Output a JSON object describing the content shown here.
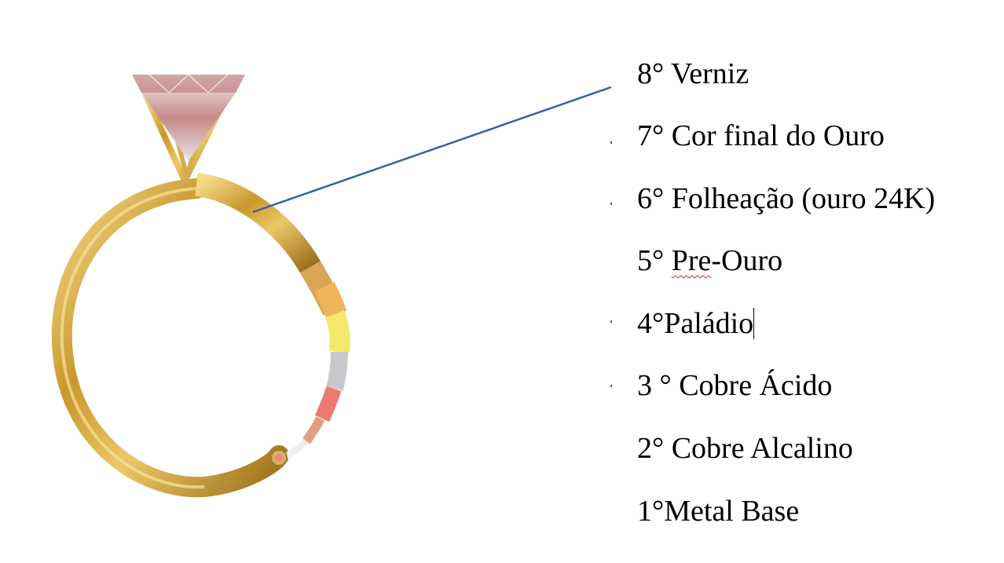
{
  "layers": [
    {
      "label": "8° Verniz"
    },
    {
      "label": "7° Cor final do Ouro"
    },
    {
      "label": "6° Folheação (ouro 24K)"
    },
    {
      "label": "5° Pre-Ouro"
    },
    {
      "label": "4°Paládio"
    },
    {
      "label": "3 ° Cobre Ácido"
    },
    {
      "label": "2° Cobre Alcalino"
    },
    {
      "label": "1°Metal Base"
    }
  ],
  "colors": {
    "gold": "#c9a23a",
    "pointer_line": "#3560a8",
    "pre_ouro": "#f2b45a",
    "paladio": "#f5e86a",
    "cobre_acido": "#c8c8cc",
    "cobre_alcalino": "#ec7a72",
    "metal_base": "#e0a080"
  }
}
